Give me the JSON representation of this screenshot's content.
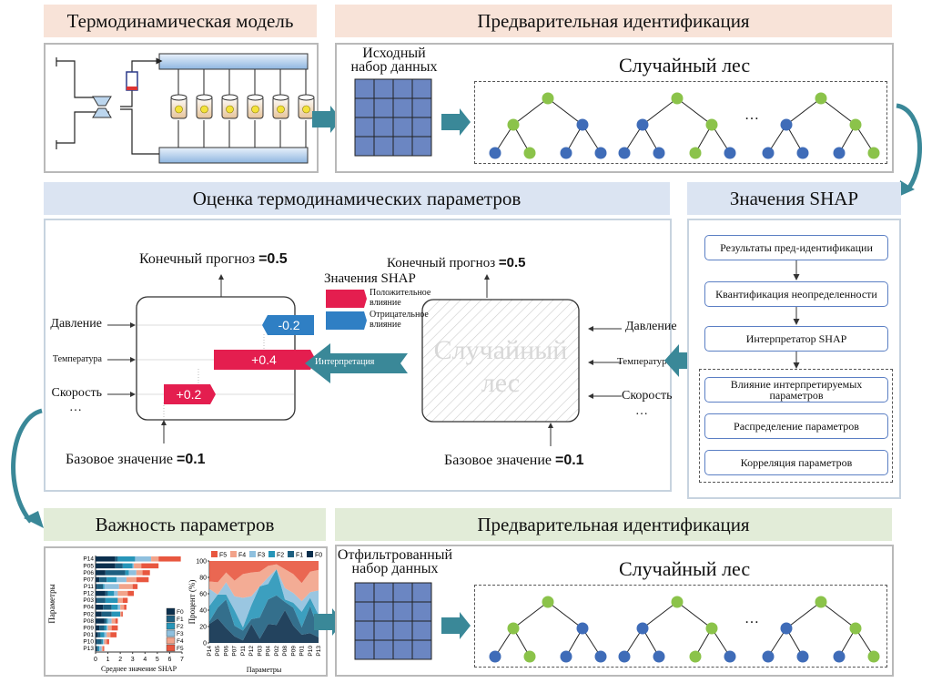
{
  "sections": {
    "thermo_model": {
      "title": "Термодинамическая модель"
    },
    "pre_ident_top": {
      "title": "Предварительная идентификация",
      "dataset_label": "Исходный набор данных",
      "forest_label": "Случайный лес",
      "ellipsis": "…"
    },
    "thermo_eval": {
      "title": "Оценка термодинамических параметров",
      "final_prediction_label": "Конечный прогноз",
      "final_prediction_value": "=0.5",
      "base_value_label": "Базовое значение",
      "base_value_value": "=0.1",
      "inputs": [
        "Давление",
        "Температура",
        "Скорость",
        "…"
      ],
      "forest_box_label": "Случайный лес",
      "interpretation_label": "Интерпретация",
      "legend": {
        "title": "Значения SHAP",
        "positive": "Положительное влияние",
        "negative": "Отрицательное влияние",
        "positive_color": "#e41e4f",
        "negative_color": "#2f7fc4"
      },
      "shap_bars": [
        {
          "feature": "Давление",
          "value": -0.2,
          "label": "-0.2"
        },
        {
          "feature": "Температура",
          "value": 0.4,
          "label": "+0.4"
        },
        {
          "feature": "Скорость",
          "value": 0.2,
          "label": "+0.2"
        }
      ]
    },
    "shap_values": {
      "title": "Значения SHAP",
      "steps": [
        "Результаты пред-идентификации",
        "Квантификация неопределенности",
        "Интерпретатор SHAP"
      ],
      "outputs": [
        "Влияние интерпретируемых параметров",
        "Распределение параметров",
        "Корреляция параметров"
      ]
    },
    "param_importance": {
      "title": "Важность параметров"
    },
    "pre_ident_bottom": {
      "title": "Предварительная идентификация",
      "dataset_label": "Отфильтрованный набор данных",
      "forest_label": "Случайный лес",
      "ellipsis": "…"
    }
  },
  "colors": {
    "accent_arrow": "#3a8898",
    "grid_cell": "#6b86c2",
    "node_green": "#8bc34a",
    "node_blue": "#3f6cb8"
  },
  "chart_data": [
    {
      "type": "bar",
      "stacked": true,
      "orientation": "horizontal",
      "title": "",
      "xlabel": "Среднее значение SHAP",
      "ylabel": "Параметры",
      "xlim": [
        0,
        7
      ],
      "xticks": [
        "0",
        "1",
        "2",
        "3",
        "4",
        "5",
        "6",
        "7"
      ],
      "legend_position": "bottom-right",
      "categories": [
        "P14",
        "P05",
        "P06",
        "P07",
        "P11",
        "P12",
        "P03",
        "P04",
        "P02",
        "P08",
        "P09",
        "P01",
        "P10",
        "P13"
      ],
      "series": [
        {
          "name": "F0",
          "color": "#0b2f4d",
          "values": [
            1.6,
            1.6,
            0.8,
            0.3,
            0.1,
            0.8,
            0.1,
            0.6,
            0.5,
            0.7,
            0.3,
            0.2,
            0.1,
            0.1
          ]
        },
        {
          "name": "F1",
          "color": "#1e5f80",
          "values": [
            0.2,
            0.6,
            1.6,
            0.6,
            0.5,
            0.2,
            0.7,
            0.7,
            0.8,
            0.2,
            0.4,
            0.2,
            0.4,
            0.1
          ]
        },
        {
          "name": "F2",
          "color": "#2795b8",
          "values": [
            1.4,
            0.8,
            0.3,
            0.8,
            0.1,
            0.5,
            1.0,
            0.5,
            0.7,
            0.1,
            0.2,
            0.3,
            0.1,
            0.1
          ]
        },
        {
          "name": "F3",
          "color": "#8fc0de",
          "values": [
            1.3,
            0.1,
            0.6,
            0.8,
            1.2,
            0.3,
            0.0,
            0.2,
            0.0,
            0.3,
            0.1,
            0.2,
            0.1,
            0.2
          ]
        },
        {
          "name": "F4",
          "color": "#f2a38a",
          "values": [
            0.6,
            0.6,
            0.5,
            0.8,
            1.1,
            0.8,
            0.4,
            0.3,
            0.1,
            0.3,
            0.3,
            0.3,
            0.2,
            0.1
          ]
        },
        {
          "name": "F5",
          "color": "#e8573f",
          "values": [
            1.8,
            1.4,
            0.6,
            1.0,
            0.4,
            0.5,
            0.4,
            0.2,
            0.1,
            0.2,
            0.5,
            0.5,
            0.2,
            0.1
          ]
        }
      ]
    },
    {
      "type": "area",
      "stacked": true,
      "title": "",
      "xlabel": "Параметры",
      "ylabel": "Процент (%)",
      "ylim": [
        0,
        100
      ],
      "yticks": [
        "0",
        "20",
        "40",
        "60",
        "80",
        "100"
      ],
      "legend_position": "top",
      "legend_order": [
        "F5",
        "F4",
        "F3",
        "F2",
        "F1",
        "F0"
      ],
      "categories": [
        "P14",
        "P05",
        "P06",
        "P07",
        "P11",
        "P12",
        "P03",
        "P04",
        "P02",
        "P08",
        "P09",
        "P01",
        "P10",
        "P13"
      ],
      "series": [
        {
          "name": "F0",
          "color": "#0b2f4d",
          "values": [
            23,
            30,
            18,
            8,
            3,
            23,
            5,
            23,
            22,
            40,
            21,
            10,
            12,
            7
          ]
        },
        {
          "name": "F1",
          "color": "#1e5f80",
          "values": [
            3,
            13,
            35,
            13,
            12,
            6,
            26,
            30,
            36,
            10,
            22,
            9,
            33,
            9
          ]
        },
        {
          "name": "F2",
          "color": "#2795b8",
          "values": [
            19,
            16,
            6,
            19,
            4,
            17,
            38,
            19,
            32,
            3,
            6,
            19,
            10,
            18
          ]
        },
        {
          "name": "F3",
          "color": "#8fc0de",
          "values": [
            21,
            0,
            15,
            17,
            36,
            11,
            0,
            8,
            0,
            14,
            12,
            13,
            7,
            30
          ]
        },
        {
          "name": "F4",
          "color": "#f2a38a",
          "values": [
            9,
            15,
            12,
            19,
            29,
            29,
            18,
            14,
            6,
            23,
            23,
            22,
            25,
            25
          ]
        },
        {
          "name": "F5",
          "color": "#e8573f",
          "values": [
            25,
            26,
            14,
            24,
            16,
            14,
            13,
            6,
            4,
            10,
            16,
            27,
            13,
            11
          ]
        }
      ]
    }
  ]
}
